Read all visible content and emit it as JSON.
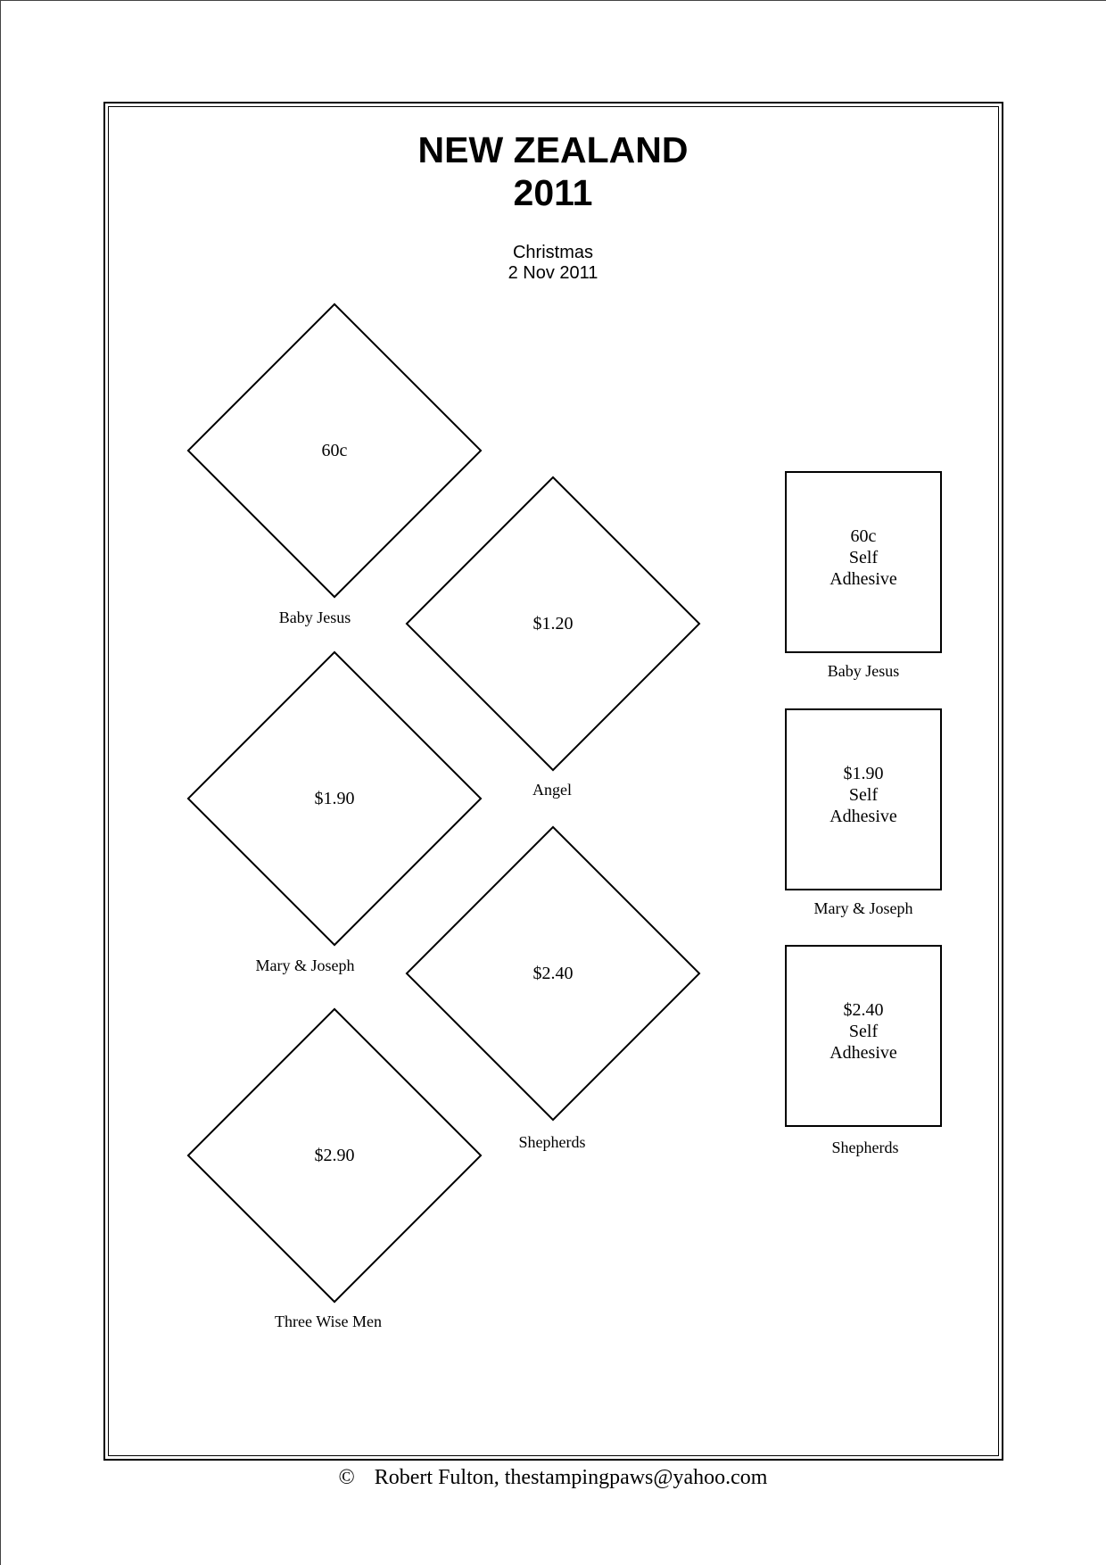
{
  "page": {
    "country": "NEW ZEALAND",
    "year": "2011"
  },
  "issue": {
    "name": "Christmas",
    "date": "2 Nov 2011"
  },
  "diamond_stamps": [
    {
      "value": "60c",
      "caption": "Baby Jesus"
    },
    {
      "value": "$1.20",
      "caption": "Angel"
    },
    {
      "value": "$1.90",
      "caption": "Mary & Joseph"
    },
    {
      "value": "$2.40",
      "caption": "Shepherds"
    },
    {
      "value": "$2.90",
      "caption": "Three Wise Men"
    }
  ],
  "self_adhesive_stamps": [
    {
      "lines": [
        "60c",
        "Self",
        "Adhesive"
      ],
      "caption": "Baby Jesus"
    },
    {
      "lines": [
        "$1.90",
        "Self",
        "Adhesive"
      ],
      "caption": "Mary & Joseph"
    },
    {
      "lines": [
        "$2.40",
        "Self",
        "Adhesive"
      ],
      "caption": "Shepherds"
    }
  ],
  "footer": {
    "copyright_symbol": "©",
    "credit": "Robert Fulton, thestampingpaws@yahoo.com"
  },
  "colors": {
    "ink": "#000000",
    "paper": "#ffffff"
  }
}
